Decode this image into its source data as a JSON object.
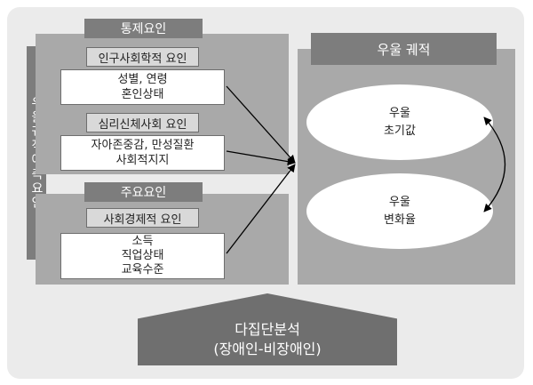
{
  "vertical_label": "우울궤적예측요인",
  "control_factors": {
    "title": "통제요인",
    "demographic": {
      "title": "인구사회학적 요인",
      "items": [
        "성별, 연령",
        "혼인상태"
      ]
    },
    "psychosocial": {
      "title": "심리신체사회 요인",
      "items": [
        "자아존중감, 만성질환",
        "사회적지지"
      ]
    }
  },
  "main_factors": {
    "title": "주요요인",
    "socioeconomic": {
      "title": "사회경제적 요인",
      "items": [
        "소득",
        "직업상태",
        "교육수준"
      ]
    }
  },
  "trajectory": {
    "title": "우울 궤적",
    "initial": [
      "우울",
      "초기값"
    ],
    "change": [
      "우울",
      "변화율"
    ]
  },
  "bottom_banner": {
    "line1": "다집단분석",
    "line2": "(장애인-비장애인)"
  },
  "colors": {
    "background": "#ebebeb",
    "dark_gray": "#7d7d7d",
    "mid_gray": "#a9a9a9",
    "arrow": "#000000"
  }
}
